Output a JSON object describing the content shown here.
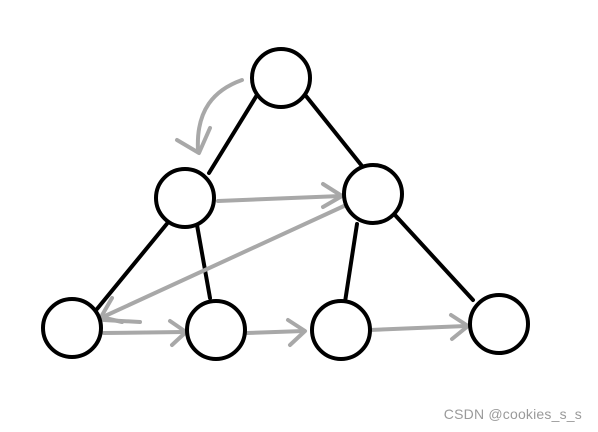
{
  "colors": {
    "background": "#ffffff",
    "node_fill": "#ffffff",
    "node_stroke": "#000000",
    "tree_edge": "#000000",
    "traversal_arrow": "#a8a8a8",
    "watermark": "#9a9a9a"
  },
  "diagram": {
    "nodes": [
      "root",
      "left",
      "right",
      "left-left",
      "left-right",
      "right-left",
      "right-right"
    ],
    "tree_edges": [
      [
        "root",
        "left"
      ],
      [
        "root",
        "right"
      ],
      [
        "left",
        "left-left"
      ],
      [
        "left",
        "left-right"
      ],
      [
        "right",
        "right-left"
      ],
      [
        "right",
        "right-right"
      ]
    ],
    "traversal_order": [
      "root",
      "left",
      "right",
      "left-left",
      "left-right",
      "right-left",
      "right-right"
    ]
  },
  "watermark": {
    "text": "CSDN @cookies_s_s"
  }
}
